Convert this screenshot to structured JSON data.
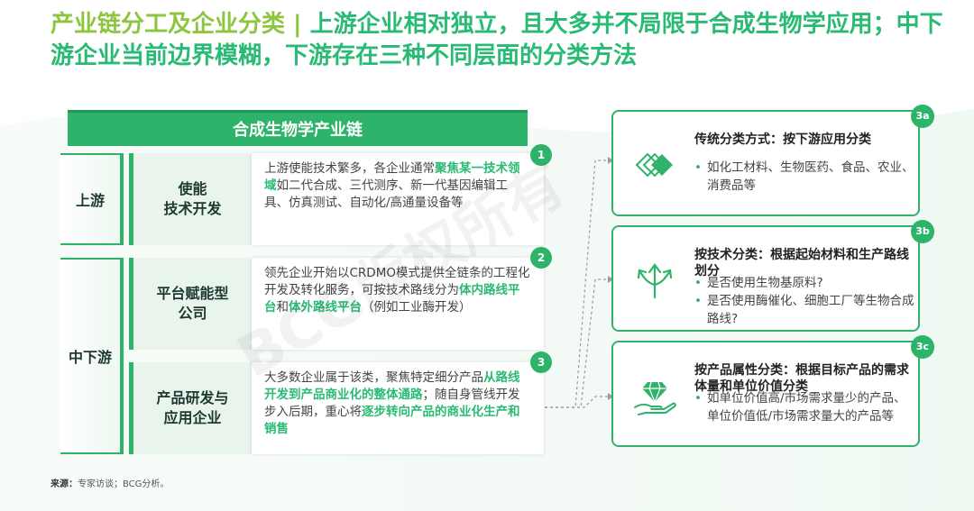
{
  "title": {
    "part1": "产业链分工及企业分类 | ",
    "part2": "上游企业相对独立，且大多并不局限于合成生物学应用；中下游企业当前边界模糊，下游存在三种不同层面的分类方法"
  },
  "chain": {
    "header": "合成生物学产业链",
    "stages": {
      "upstream": "上游",
      "midstream": "中下游"
    },
    "rows": [
      {
        "number": "1",
        "name_line1": "使能",
        "name_line2": "技术开发",
        "desc_a": "上游使能技术繁多，各企业通常",
        "desc_hl1": "聚焦某一技术领域",
        "desc_b": "如二代合成、三代测序、新一代基因编辑工具、仿真测试、自动化/高通量设备等"
      },
      {
        "number": "2",
        "name_line1": "平台赋能型",
        "name_line2": "公司",
        "desc_a": "领先企业开始以CRDMO模式提供全链条的工程化开发及转化服务，可按技术路线分为",
        "desc_hl1": "体内路线平台",
        "desc_b": "和",
        "desc_hl2": "体外路线平台",
        "desc_c": "（例如工业酶开发）"
      },
      {
        "number": "3",
        "name_line1": "产品研发与",
        "name_line2": "应用企业",
        "desc_a": "大多数企业属于该类，聚焦特定细分产品",
        "desc_hl1": "从路线开发到产品商业化的整体通路",
        "desc_b": "；随自身管线开发步入后期，重心将",
        "desc_hl2": "逐步转向产品的商业化生产和销售"
      }
    ]
  },
  "cards": [
    {
      "badge": "3a",
      "icon": "layers-arrow-icon",
      "title": "传统分类方式：按下游应用分类",
      "items": [
        "如化工材料、生物医药、食品、农业、消费品等"
      ]
    },
    {
      "badge": "3b",
      "icon": "branching-arrows-icon",
      "title": "按技术分类：根据起始材料和生产路线划分",
      "items": [
        "是否使用生物基原料?",
        "是否使用酶催化、细胞工厂等生物合成路线?"
      ]
    },
    {
      "badge": "3c",
      "icon": "diamond-hand-icon",
      "title": "按产品属性分类：根据目标产品的需求体量和单位价值分类",
      "items": [
        "如单位价值高/市场需求量少的产品、单位价值低/市场需求量大的产品等"
      ]
    }
  ],
  "source": {
    "label": "来源：",
    "text": "专家访谈；BCG分析。"
  },
  "watermark": "BCG版权所有",
  "colors": {
    "accent": "#2eb36a",
    "title_lime": "#8cc63f",
    "title_green": "#29ba74"
  }
}
